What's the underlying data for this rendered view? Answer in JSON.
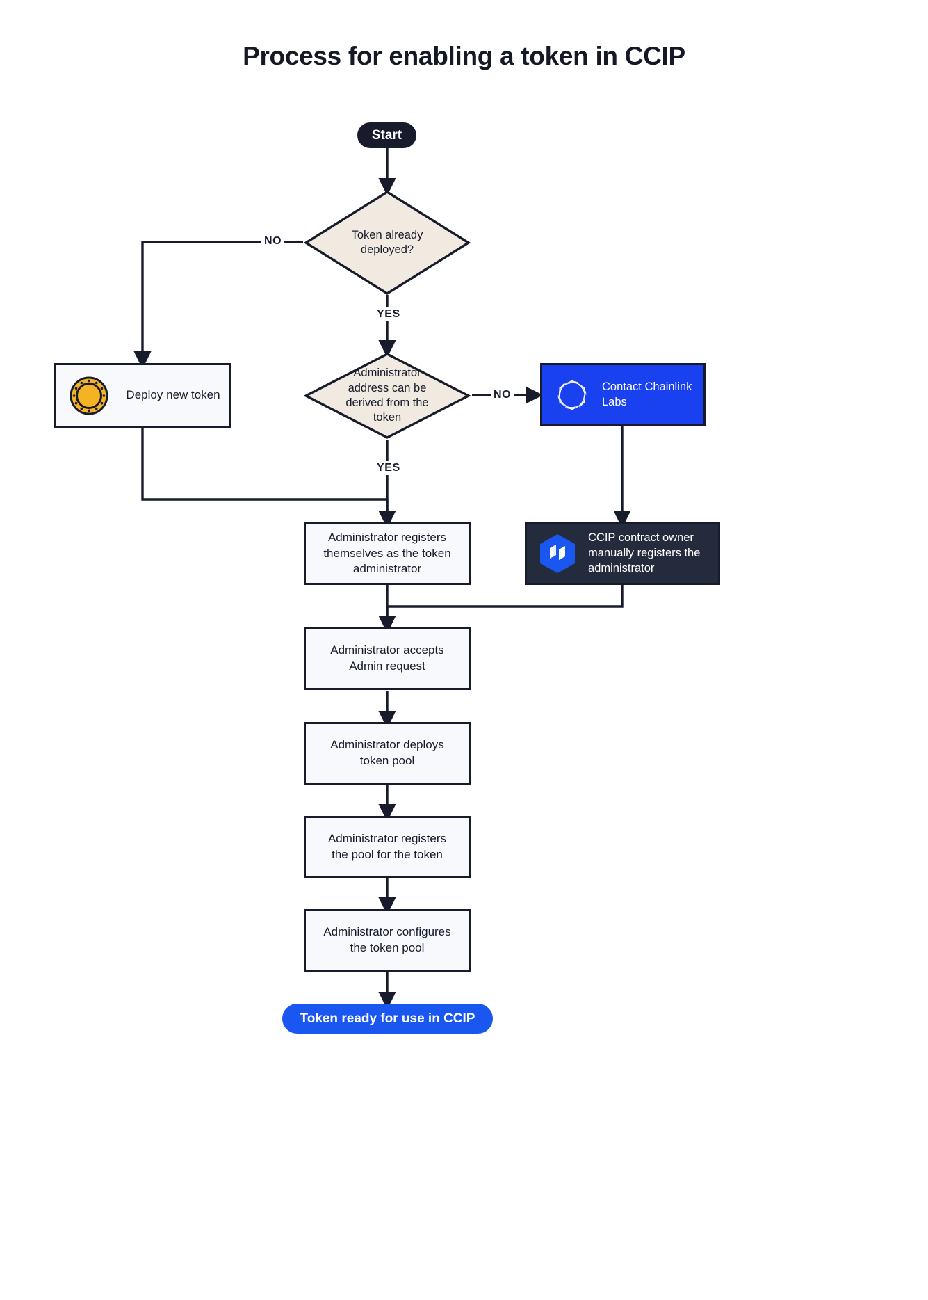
{
  "page": {
    "title": "Process for enabling a token in CCIP",
    "background": "#ffffff"
  },
  "colors": {
    "ink": "#171B2C",
    "diamond_fill": "#F0EAE0",
    "box_fill": "#F7F9FD",
    "chainlink_blue": "#1A41F0",
    "ccip_dark": "#242B3D",
    "end_blue": "#1A56F0",
    "coin_gold": "#F5B324"
  },
  "nodes": {
    "start": {
      "label": "Start",
      "shape": "pill",
      "style": "dark"
    },
    "decision_token_deployed": {
      "label": "Token already deployed?",
      "shape": "diamond"
    },
    "deploy_new_token": {
      "label": "Deploy new token",
      "shape": "rect",
      "icon": "gold-coin-icon"
    },
    "decision_admin_derived": {
      "label": "Administrator address can be derived from the token",
      "shape": "diamond"
    },
    "contact_chainlink_labs": {
      "label": "Contact Chainlink Labs",
      "shape": "rect",
      "style": "blue",
      "icon": "chainlink-logo-icon"
    },
    "admin_registers_self": {
      "label": "Administrator registers themselves as the token administrator",
      "shape": "rect"
    },
    "ccip_owner_registers": {
      "label": "CCIP contract owner manually registers the administrator",
      "shape": "rect",
      "style": "dark",
      "icon": "ccip-cube-icon"
    },
    "admin_accepts_request": {
      "label": "Administrator accepts Admin request",
      "shape": "rect"
    },
    "admin_deploys_pool": {
      "label": "Administrator deploys token pool",
      "shape": "rect"
    },
    "admin_registers_pool": {
      "label": "Administrator registers the pool for the token",
      "shape": "rect"
    },
    "admin_configures_pool": {
      "label": "Administrator configures the token pool",
      "shape": "rect"
    },
    "token_ready": {
      "label": "Token ready for use in CCIP",
      "shape": "pill",
      "style": "blue"
    }
  },
  "edge_labels": {
    "deployed_no": "NO",
    "deployed_yes": "YES",
    "derived_no": "NO",
    "derived_yes": "YES"
  }
}
